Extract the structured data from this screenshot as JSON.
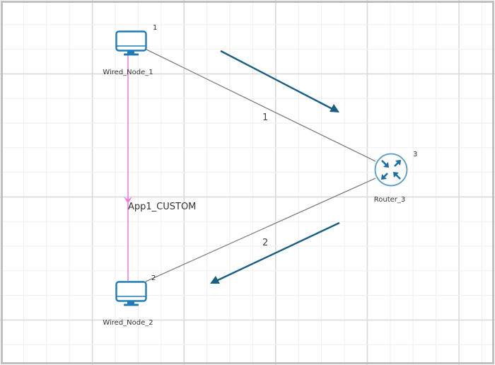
{
  "canvas": {
    "grid": {
      "minor_color": "#f1f1f1",
      "major_color": "#dadada",
      "border_color": "#c0c0c0"
    }
  },
  "nodes": [
    {
      "id": "1",
      "name": "Wired_Node_1",
      "type": "wired-node",
      "icon": "desktop-monitor-icon"
    },
    {
      "id": "2",
      "name": "Wired_Node_2",
      "type": "wired-node",
      "icon": "desktop-monitor-icon"
    },
    {
      "id": "3",
      "name": "Router_3",
      "type": "router",
      "icon": "router-icon"
    }
  ],
  "links": [
    {
      "id": "1",
      "label": "1",
      "from": "Wired_Node_1",
      "to": "Router_3",
      "color": "#808080"
    },
    {
      "id": "2",
      "label": "2",
      "from": "Router_3",
      "to": "Wired_Node_2",
      "color": "#808080"
    }
  ],
  "applications": [
    {
      "name": "App1_CUSTOM",
      "source": "Wired_Node_1",
      "destination": "Wired_Node_2",
      "color": "#f07ddc"
    }
  ],
  "flow_arrows": [
    {
      "direction": "Wired_Node_1 to Router_3",
      "color": "#1a5f82"
    },
    {
      "direction": "Router_3 to Wired_Node_2",
      "color": "#1a5f82"
    }
  ],
  "colors": {
    "device_icon": "#1f7bb6",
    "router_ring": "#5a9bc6",
    "router_arrows": "#1f6ea3",
    "label_text": "#333333"
  }
}
